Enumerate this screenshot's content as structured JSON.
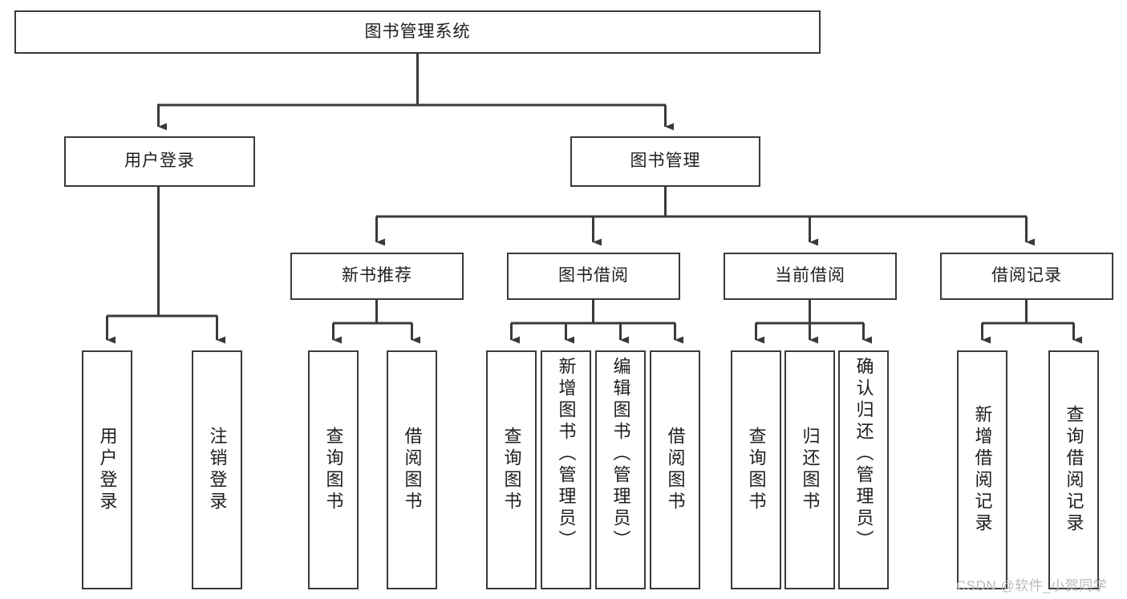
{
  "diagram": {
    "title": "图书管理系统",
    "type": "tree-hierarchy",
    "colors": {
      "box_border": "#3a3a3a",
      "box_fill": "#ffffff",
      "edge": "#3a3a3a",
      "text": "#1d1d1d",
      "watermark": "#b9b9b9",
      "background": "#ffffff"
    },
    "root": {
      "label": "图书管理系统"
    },
    "level2": [
      {
        "label": "用户登录"
      },
      {
        "label": "图书管理"
      }
    ],
    "level3": [
      {
        "label": "新书推荐"
      },
      {
        "label": "图书借阅"
      },
      {
        "label": "当前借阅"
      },
      {
        "label": "借阅记录"
      }
    ],
    "leaves": {
      "user_login": [
        {
          "label": "用户登录"
        },
        {
          "label": "注销登录"
        }
      ],
      "new_book_recommend": [
        {
          "label": "查询图书"
        },
        {
          "label": "借阅图书"
        }
      ],
      "book_borrow": [
        {
          "label": "查询图书"
        },
        {
          "label": "新增图书（管理员）"
        },
        {
          "label": "编辑图书（管理员）"
        },
        {
          "label": "借阅图书"
        }
      ],
      "current_borrow": [
        {
          "label": "查询图书"
        },
        {
          "label": "归还图书"
        },
        {
          "label": "确认归还（管理员）"
        }
      ],
      "borrow_record": [
        {
          "label": "新增借阅记录"
        },
        {
          "label": "查询借阅记录"
        }
      ]
    }
  },
  "watermark": {
    "text": "CSDN @软件_小贺同学"
  }
}
